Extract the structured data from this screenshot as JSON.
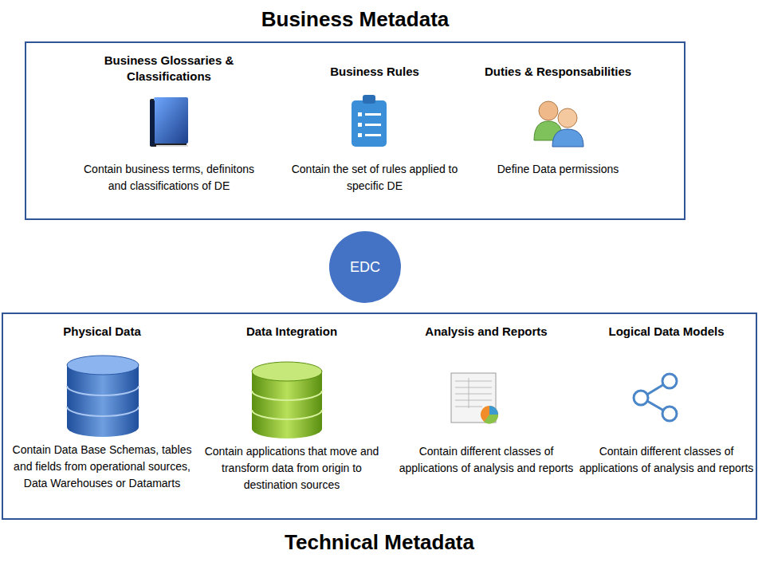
{
  "diagram": {
    "nodes": [
      {
        "text": [
          "Business Metadata"
        ]
      },
      {
        "text": [
          "Business Glossaries & Classifications",
          "Contain business terms, definitons and classifications of DE"
        ],
        "in": 0
      },
      {
        "text": [
          "Business Rules",
          "Contain the set of rules applied to specific DE"
        ],
        "in": 0
      },
      {
        "text": [
          "Duties & Responsabilities",
          "Define Data permissions"
        ],
        "in": 0
      },
      {
        "text": [
          "EDC"
        ]
      },
      {
        "text": [
          "Technical Metadata"
        ]
      },
      {
        "text": [
          "Physical Data",
          "Contain Data Base Schemas, tables and fields from operational sources, Data Warehouses or Datamarts"
        ],
        "in": 5
      },
      {
        "text": [
          "Data Integration",
          "Contain applications that move and transform data from origin to destination sources"
        ],
        "in": 5
      },
      {
        "text": [
          "Analysis and Reports",
          "Contain different classes of applications of analysis and reports"
        ],
        "in": 5
      },
      {
        "text": [
          "Logical Data Models",
          "Contain different classes of applications of analysis and reports"
        ],
        "in": 5
      }
    ],
    "edges": []
  }
}
